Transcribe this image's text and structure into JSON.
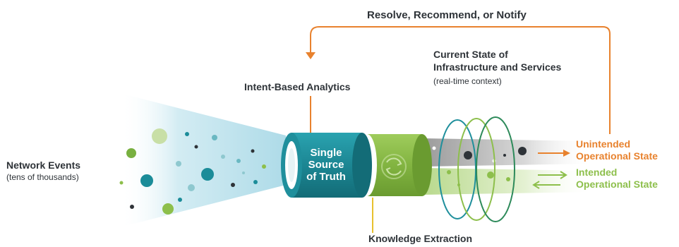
{
  "labels": {
    "loop_title": "Resolve, Recommend, or Notify",
    "analytics": "Intent-Based Analytics",
    "current_state_line1": "Current State of",
    "current_state_line2": "Infrastructure and Services",
    "current_state_sub": "(real-time context)",
    "network_events": "Network Events",
    "network_events_sub": "(tens of thousands)",
    "ssot_line1": "Single",
    "ssot_line2": "Source",
    "ssot_line3": "of Truth",
    "knowledge": "Knowledge Extraction",
    "unintended_line1": "Unintended",
    "unintended_line2": "Operational State",
    "intended_line1": "Intended",
    "intended_line2": "Operational State"
  },
  "icons": {
    "cycle": "refresh-cycle-icon",
    "arrow_out": "arrow-right-icon",
    "arrow_in": "arrow-left-icon"
  },
  "colors": {
    "teal": "#1f8f9c",
    "green": "#8dbf4b",
    "orange": "#e8822e",
    "dark": "#2e3338",
    "cone": "#bfe3ee"
  }
}
